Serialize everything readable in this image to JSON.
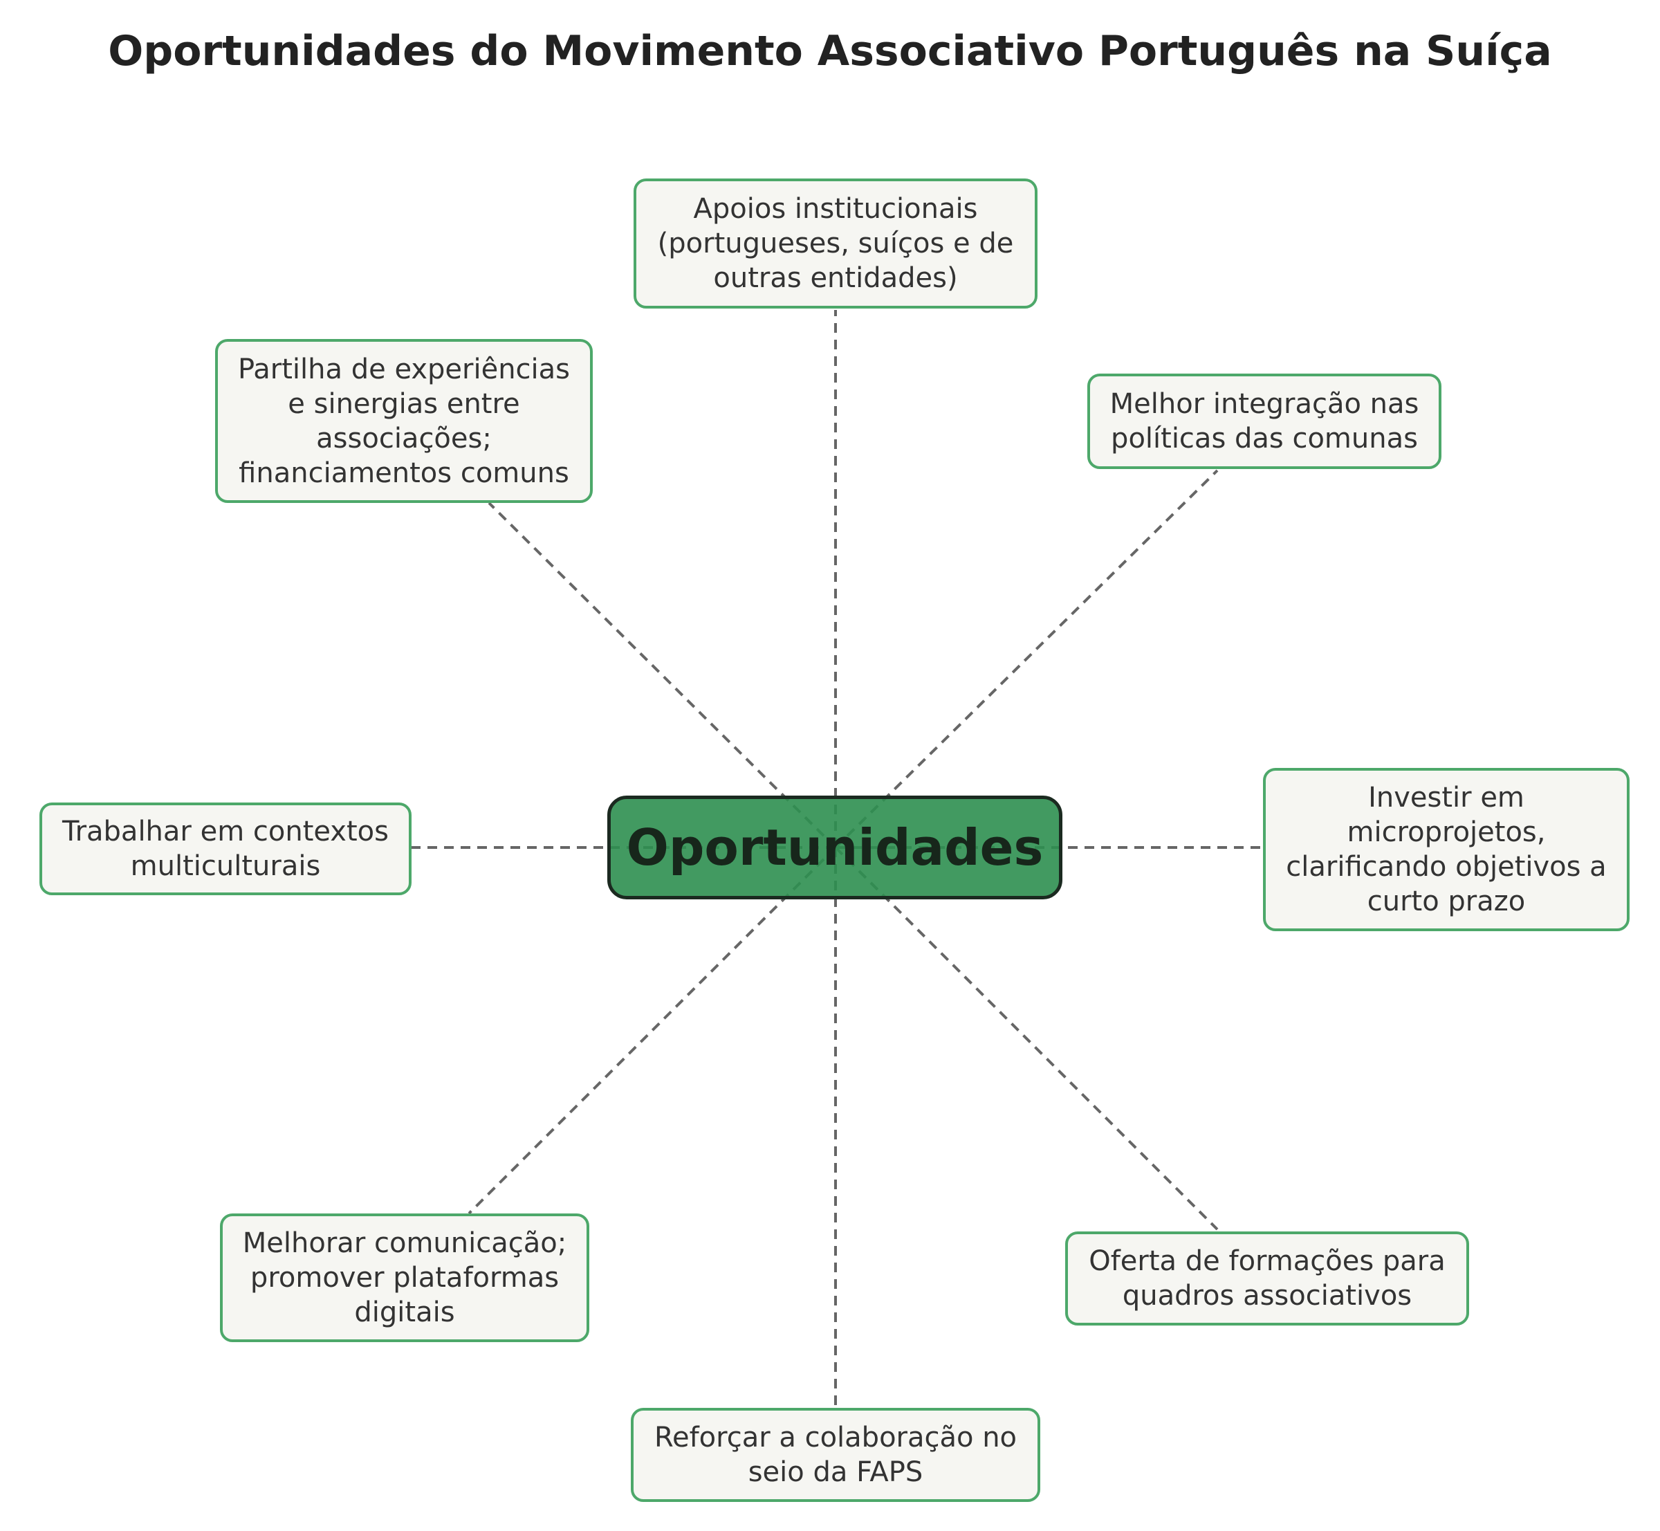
{
  "title": "Oportunidades do Movimento Associativo Português na Suíça",
  "center": {
    "label": "Oportunidades"
  },
  "nodes": [
    {
      "id": "top",
      "label": "Apoios institucionais\n(portugueses, suíços e de\noutras entidades)"
    },
    {
      "id": "top-right",
      "label": "Melhor integração nas\npolíticas das comunas"
    },
    {
      "id": "right",
      "label": "Investir em\nmicroprojetos,\nclarificando objetivos a\ncurto prazo"
    },
    {
      "id": "bottom-right",
      "label": "Oferta de formações para\nquadros associativos"
    },
    {
      "id": "bottom",
      "label": "Reforçar a colaboração no\nseio da FAPS"
    },
    {
      "id": "bottom-left",
      "label": "Melhorar comunicação;\npromover plataformas\ndigitais"
    },
    {
      "id": "left",
      "label": "Trabalhar em contextos\nmulticulturais"
    },
    {
      "id": "top-left",
      "label": "Partilha de experiências\ne sinergias entre\nassociações;\nfinanciamentos comuns"
    }
  ],
  "colors": {
    "node_border": "#4da86a",
    "node_fill": "#f6f6f2",
    "center_fill": "#2e8f50",
    "center_border": "#1b2a20",
    "connector": "#666666",
    "title": "#222222"
  }
}
